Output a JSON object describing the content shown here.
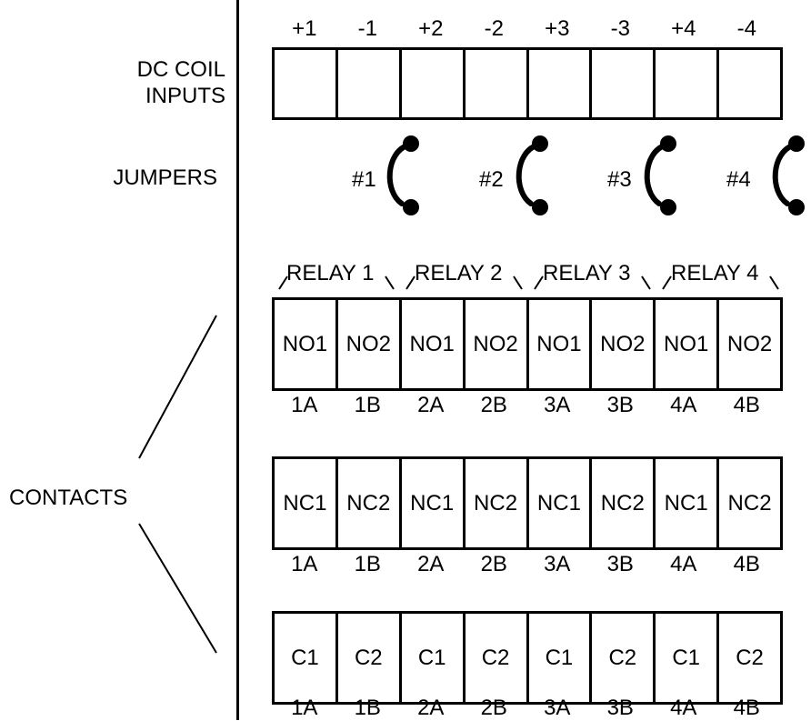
{
  "labels": {
    "dc_coil": [
      "DC COIL",
      "INPUTS"
    ],
    "jumpers": "JUMPERS",
    "contacts": "CONTACTS"
  },
  "coil_terminals": [
    "+1",
    "-1",
    "+2",
    "-2",
    "+3",
    "-3",
    "+4",
    "-4"
  ],
  "jumpers": [
    "#1",
    "#2",
    "#3",
    "#4"
  ],
  "relays": [
    "RELAY 1",
    "RELAY 2",
    "RELAY 3",
    "RELAY 4"
  ],
  "no_row": {
    "cells": [
      "NO1",
      "NO2",
      "NO1",
      "NO2",
      "NO1",
      "NO2",
      "NO1",
      "NO2"
    ],
    "sub": [
      "1A",
      "1B",
      "2A",
      "2B",
      "3A",
      "3B",
      "4A",
      "4B"
    ]
  },
  "nc_row": {
    "cells": [
      "NC1",
      "NC2",
      "NC1",
      "NC2",
      "NC1",
      "NC2",
      "NC1",
      "NC2"
    ],
    "sub": [
      "1A",
      "1B",
      "2A",
      "2B",
      "3A",
      "3B",
      "4A",
      "4B"
    ]
  },
  "c_row": {
    "cells": [
      "C1",
      "C2",
      "C1",
      "C2",
      "C1",
      "C2",
      "C1",
      "C2"
    ],
    "sub": [
      "1A",
      "1B",
      "2A",
      "2B",
      "3A",
      "3B",
      "4A",
      "4B"
    ]
  }
}
